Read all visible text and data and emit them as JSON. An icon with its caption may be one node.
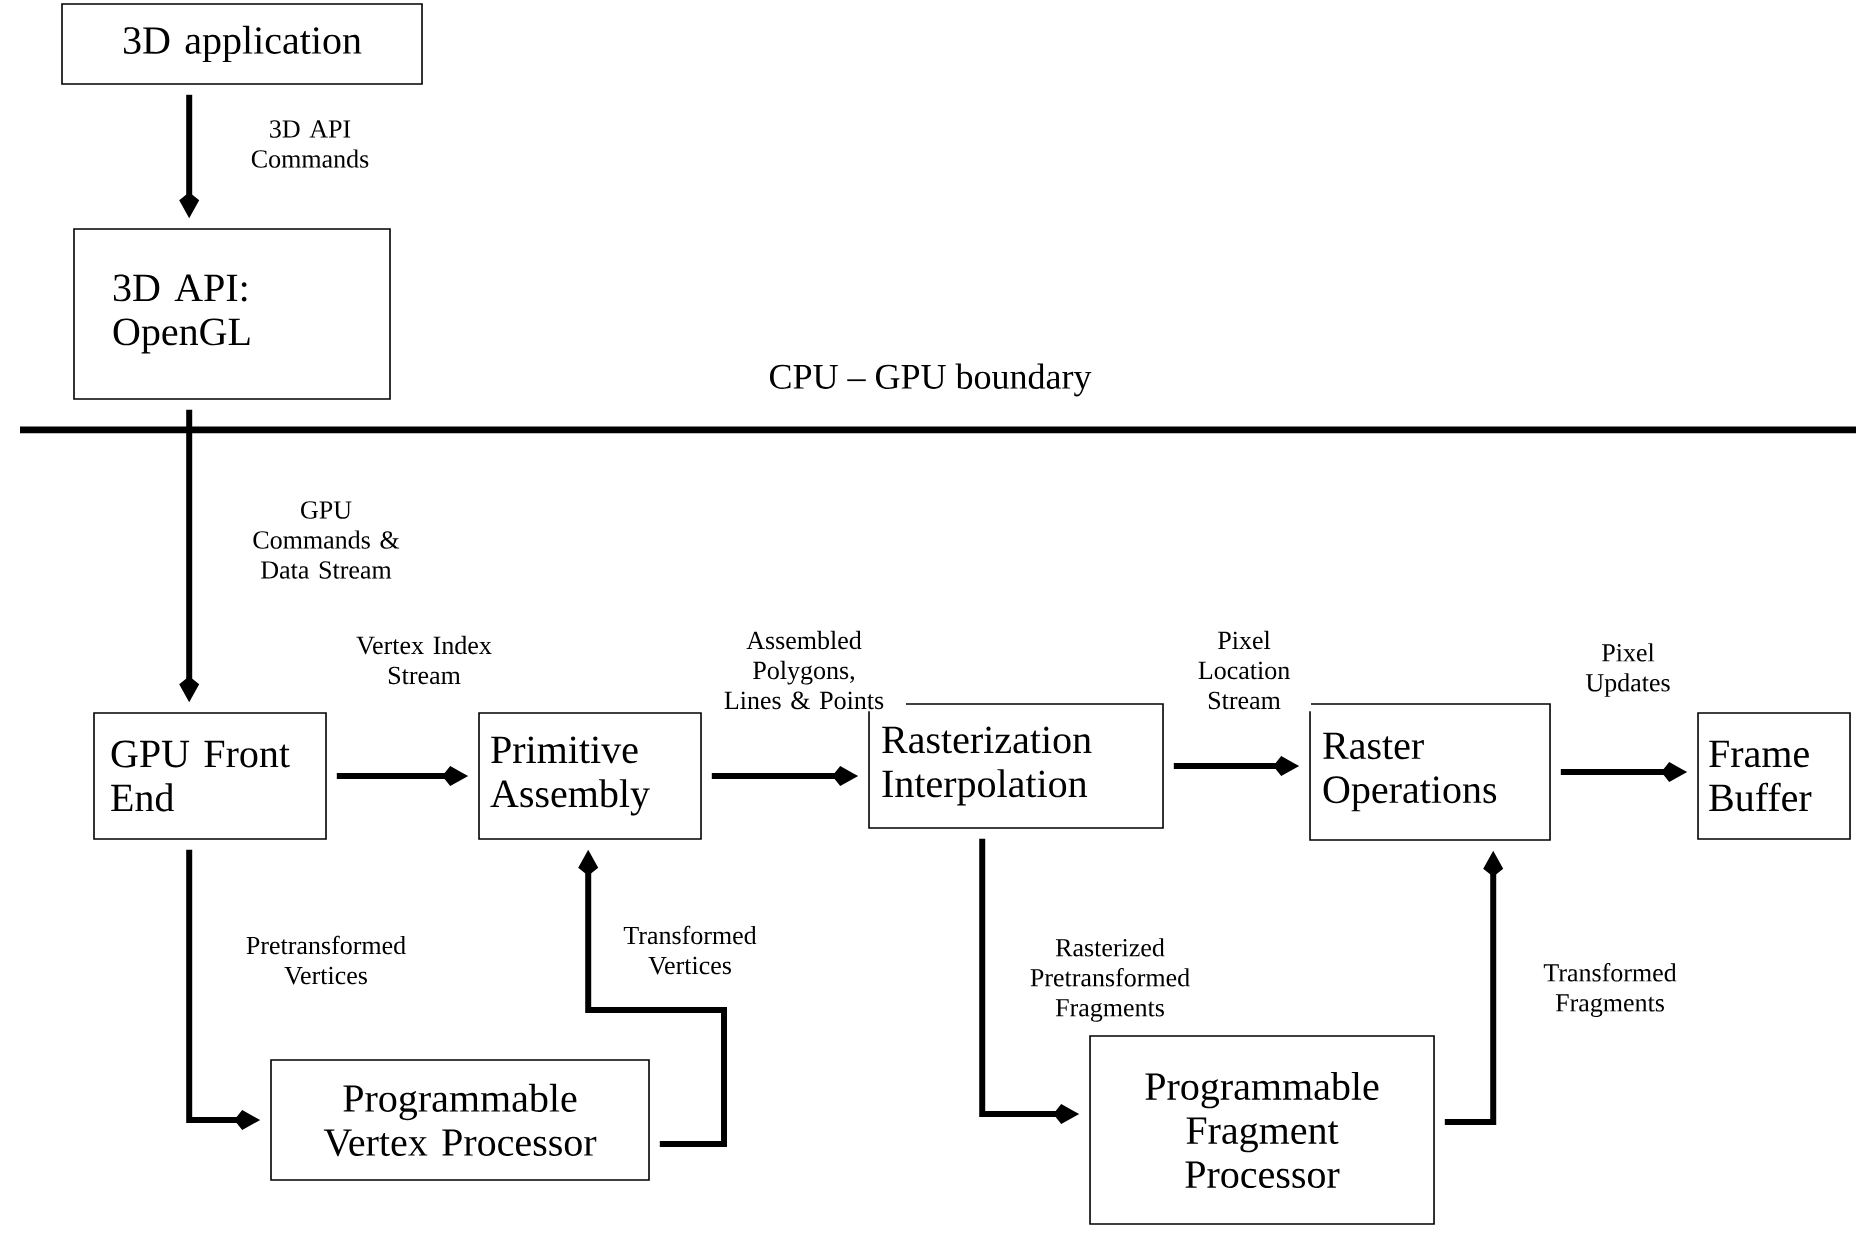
{
  "diagram": {
    "nodes": [
      {
        "text": [
          "3D application"
        ]
      },
      {
        "text": [
          "3D API: OpenGL"
        ]
      },
      {
        "text": [
          "GPU Front End"
        ]
      },
      {
        "text": [
          "Primitive Assembly"
        ]
      },
      {
        "text": [
          "Rasterization Interpolation"
        ]
      },
      {
        "text": [
          "Raster Operations"
        ]
      },
      {
        "text": [
          "Frame Buffer"
        ]
      },
      {
        "text": [
          "Programmable Vertex Processor"
        ]
      },
      {
        "text": [
          "Programmable Fragment Processor"
        ]
      }
    ],
    "edges": [
      {
        "from": 0,
        "to": 1,
        "arrow": "to",
        "label": "3D API Commands"
      },
      {
        "from": 1,
        "to": 2,
        "arrow": "to",
        "label": "GPU Commands & Data Stream"
      },
      {
        "from": 2,
        "to": 3,
        "arrow": "to",
        "label": "Vertex Index Stream"
      },
      {
        "from": 3,
        "to": 4,
        "arrow": "to",
        "label": "Assembled Polygons, Lines & Points"
      },
      {
        "from": 4,
        "to": 5,
        "arrow": "to",
        "label": "Pixel Location Stream"
      },
      {
        "from": 5,
        "to": 6,
        "arrow": "to",
        "label": "Pixel Updates"
      },
      {
        "from": 2,
        "to": 7,
        "arrow": "to",
        "label": "Pretransformed Vertices"
      },
      {
        "from": 7,
        "to": 3,
        "arrow": "to",
        "label": "Transformed Vertices"
      },
      {
        "from": 4,
        "to": 8,
        "arrow": "to",
        "label": "Rasterized Pretransformed Fragments"
      },
      {
        "from": 8,
        "to": 5,
        "arrow": "to",
        "label": "Transformed Fragments"
      }
    ],
    "labels": [
      "CPU – GPU boundary"
    ]
  }
}
